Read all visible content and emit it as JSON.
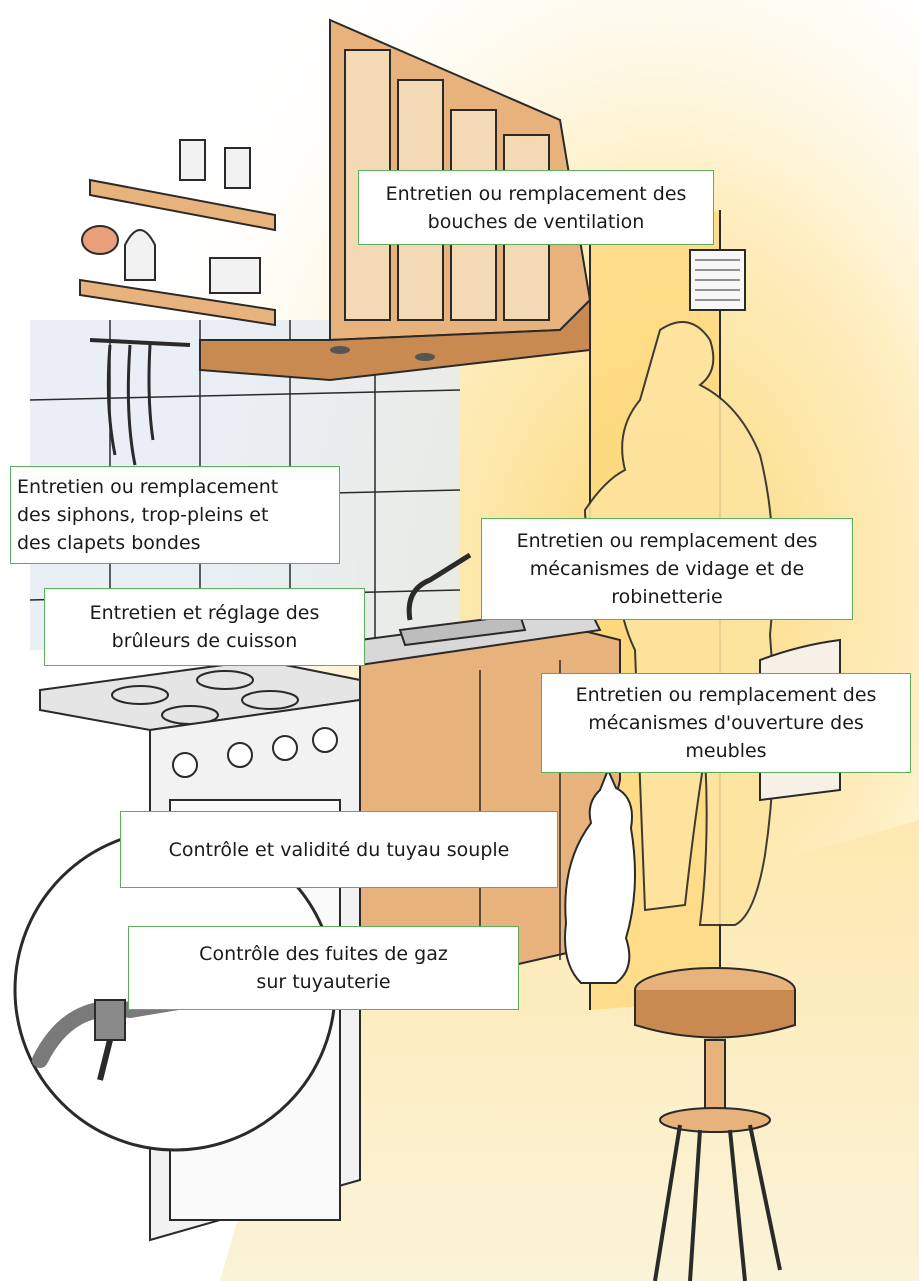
{
  "labels": {
    "ventilation": {
      "lines": [
        "Entretien ou remplacement des",
        "bouches de ventilation"
      ]
    },
    "siphons": {
      "lines": [
        "Entretien ou remplacement",
        "des siphons, trop-pleins et",
        "des clapets bondes"
      ]
    },
    "robinetterie": {
      "lines": [
        "Entretien ou remplacement des",
        "mécanismes de vidage et de",
        "robinetterie"
      ]
    },
    "bruleurs": {
      "lines": [
        "Entretien et réglage des",
        "brûleurs de cuisson"
      ]
    },
    "meubles": {
      "lines": [
        "Entretien ou remplacement des",
        "mécanismes d'ouverture des",
        "meubles"
      ]
    },
    "tuyau_souple": {
      "lines": [
        "Contrôle et validité du tuyau souple"
      ]
    },
    "fuites_gaz": {
      "lines": [
        "Contrôle des fuites de gaz",
        "sur tuyauterie"
      ]
    }
  },
  "colors": {
    "label_border": "#5cae5c",
    "wood": "#e8b27c",
    "wood_dark": "#c98a52",
    "glow": "#fbd46a",
    "tile": "#dfe8f2",
    "ink": "#2a2a2a"
  }
}
